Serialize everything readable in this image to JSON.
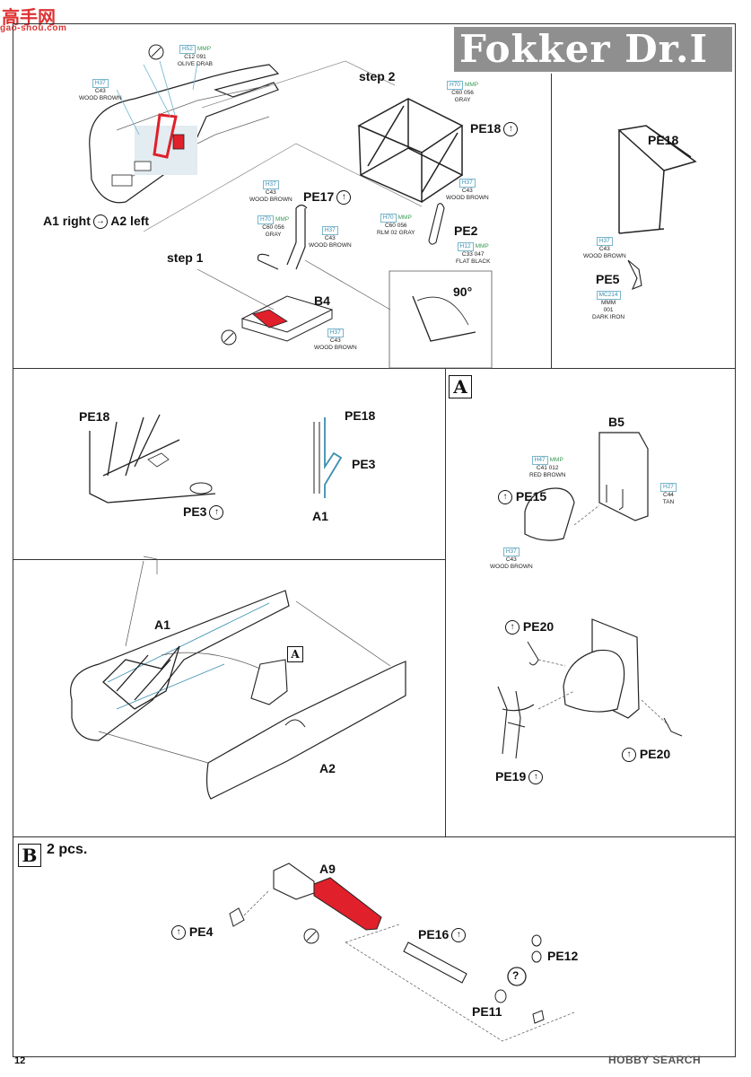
{
  "watermark": {
    "logo_text": "高手网",
    "site": "gao-shou.com"
  },
  "title": "Fokker Dr.I",
  "page_number": "12",
  "hobbysearch": "HOBBY SEARCH",
  "panel1": {
    "step2": "step 2",
    "step1": "step 1",
    "pe18": "PE18",
    "pe17": "PE17",
    "pe2": "PE2",
    "b4": "B4",
    "a1a2": {
      "left": "A1 right",
      "right": "A2 left"
    },
    "angle": "90°",
    "paints": {
      "olive": {
        "code": "H52",
        "brand": "MMP",
        "c": "C12",
        "mmp": "091",
        "name": "OLIVE DRAB"
      },
      "wood1": {
        "code": "H37",
        "c": "C43",
        "name": "WOOD BROWN"
      },
      "gray1": {
        "code": "H70",
        "brand": "MMP",
        "c": "C60",
        "mmp": "056",
        "name": "GRAY"
      },
      "wood2": {
        "code": "H37",
        "c": "C43",
        "name": "WOOD BROWN"
      },
      "wood3": {
        "code": "H37",
        "c": "C43",
        "name": "WOOD BROWN"
      },
      "gray2": {
        "code": "H70",
        "brand": "MMP",
        "c": "C60",
        "mmp": "056",
        "name": "GRAY"
      },
      "wood4": {
        "code": "H37",
        "c": "C43",
        "name": "WOOD BROWN"
      },
      "gray3": {
        "code": "H70",
        "brand": "MMP",
        "c": "C60",
        "mmp": "056",
        "name": "RLM 02 GRAY"
      },
      "black": {
        "code": "H12",
        "brand": "MMP",
        "c": "C33",
        "mmp": "047",
        "name": "FLAT BLACK"
      },
      "wood5": {
        "code": "H37",
        "c": "C43",
        "name": "WOOD BROWN"
      }
    }
  },
  "panel2": {
    "pe18": "PE18",
    "pe5": "PE5",
    "paints": {
      "wood": {
        "code": "H37",
        "c": "C43",
        "name": "WOOD BROWN"
      },
      "iron": {
        "code": "MC214",
        "brand": "MMM",
        "mmp": "001",
        "name": "DARK IRON"
      }
    }
  },
  "panel3": {
    "pe18a": "PE18",
    "pe3a": "PE3",
    "pe18b": "PE18",
    "pe3b": "PE3",
    "a1": "A1"
  },
  "panel4": {
    "letter": "A",
    "b5": "B5",
    "pe15": "PE15",
    "pe20a": "PE20",
    "pe20b": "PE20",
    "pe19": "PE19",
    "paints": {
      "red": {
        "code": "H47",
        "brand": "MMP",
        "c": "C41",
        "mmp": "012",
        "name": "RED BROWN"
      },
      "tan": {
        "code": "H27",
        "c": "C44",
        "name": "TAN"
      },
      "wood": {
        "code": "H37",
        "c": "C43",
        "name": "WOOD BROWN"
      }
    }
  },
  "panel5": {
    "a1": "A1",
    "a2": "A2",
    "a_ref": "A"
  },
  "panel6": {
    "letter": "B",
    "qty": "2 pcs.",
    "a9": "A9",
    "pe4": "PE4",
    "pe16": "PE16",
    "pe12": "PE12",
    "pe11": "PE11",
    "q": "?"
  },
  "colors": {
    "accent_red": "#e0202a",
    "paint_blue": "#3a8fb0",
    "paint_green": "#3b9a55"
  }
}
